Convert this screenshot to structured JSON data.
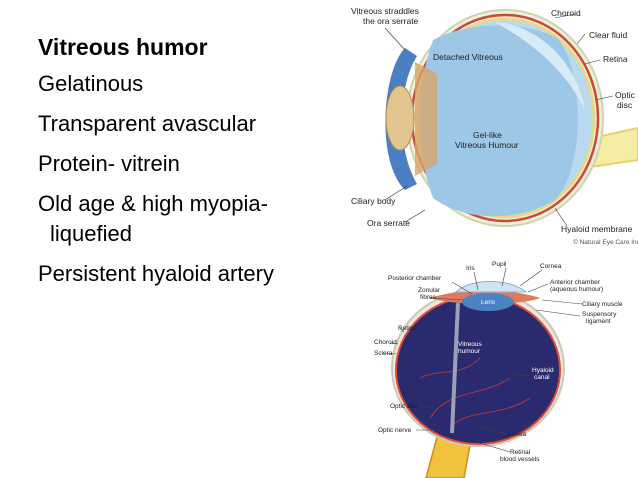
{
  "slide": {
    "title": "Vitreous humor",
    "bullets": [
      "Gelatinous",
      "Transparent avascular",
      "Protein- vitrein",
      "Old age & high myopia-",
      "liquefied",
      "Persistent hyaloid artery"
    ]
  },
  "diagram_top": {
    "labels": {
      "vitreous_straddles_1": "Vitreous straddles",
      "vitreous_straddles_2": "the ora serrate",
      "choroid": "Choroid",
      "clear_fluid": "Clear fluid",
      "detached_vitreous": "Detached Vitreous",
      "retina": "Retina",
      "optic_1": "Optic",
      "optic_2": "disc",
      "gel_like_1": "Gel-like",
      "gel_like_2": "Vitreous Humour",
      "ciliary_body": "Ciliary body",
      "ora_serrate": "Ora serrate",
      "hyaloid_membrane": "Hyaloid membrane",
      "credit": "© Natural Eye Care Inc"
    }
  },
  "diagram_bottom": {
    "labels": {
      "pupil": "Pupil",
      "iris": "Iris",
      "cornea": "Cornea",
      "posterior_chamber": "Posterior chamber",
      "anterior_chamber_1": "Anterior chamber",
      "anterior_chamber_2": "(aqueous humour)",
      "zonular_1": "Zonular",
      "zonular_2": "fibres",
      "lens": "Lens",
      "ciliary_muscle": "Ciliary muscle",
      "suspensory_1": "Suspensory",
      "suspensory_2": "ligament",
      "retina": "Retina",
      "choroid": "Choroid",
      "sclera": "Sclera",
      "vitreous_1": "Vitreous",
      "vitreous_2": "humour",
      "hyaloid_1": "Hyaloid",
      "hyaloid_2": "canal",
      "optic_disc": "Optic disc",
      "optic_nerve": "Optic nerve",
      "fovea": "Fovea",
      "retinal_1": "Retinal",
      "retinal_2": "blood vessels"
    }
  }
}
